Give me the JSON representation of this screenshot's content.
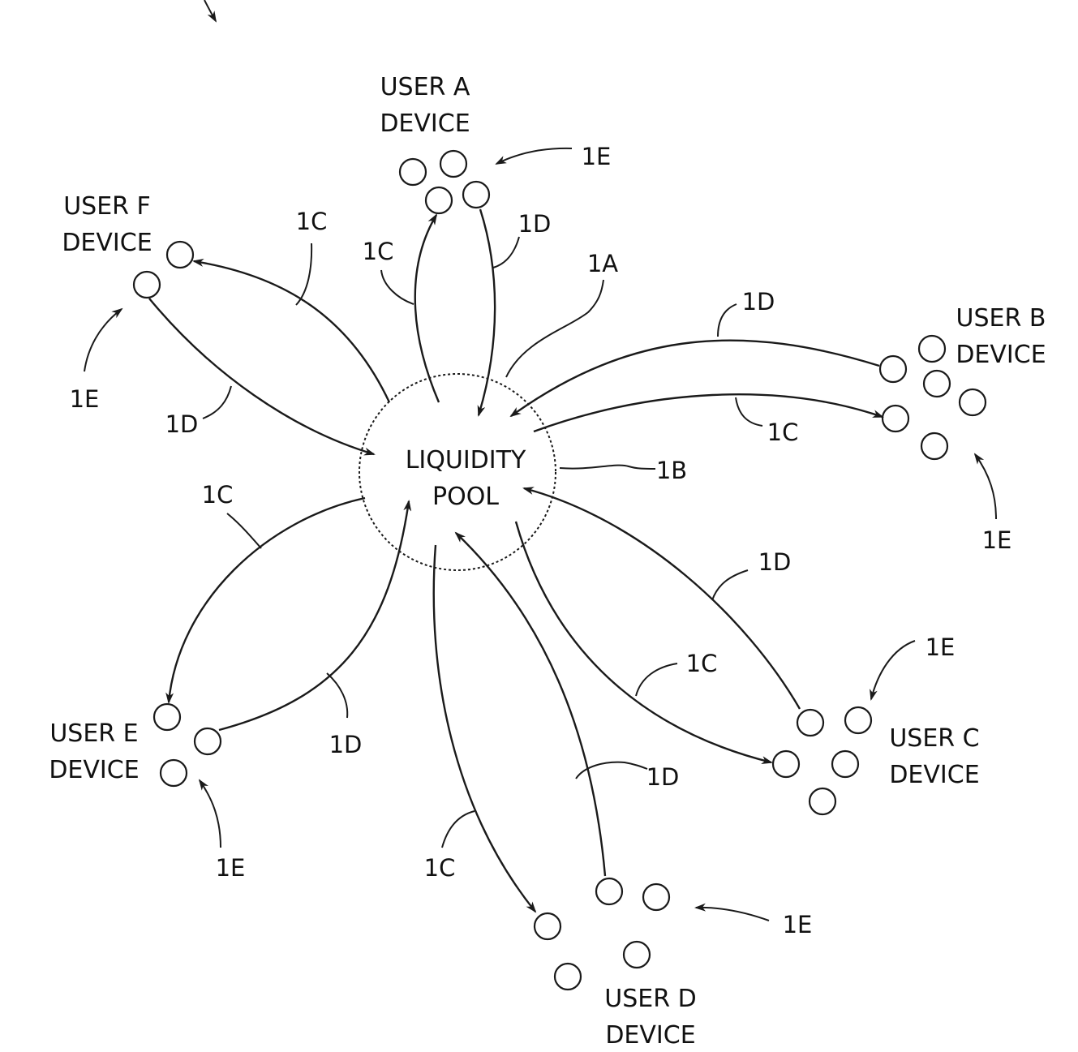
{
  "pool": {
    "line1": "LIQUIDITY",
    "line2": "POOL"
  },
  "users": {
    "a": {
      "line1": "USER A",
      "line2": "DEVICE"
    },
    "b": {
      "line1": "USER B",
      "line2": "DEVICE"
    },
    "c": {
      "line1": "USER C",
      "line2": "DEVICE"
    },
    "d": {
      "line1": "USER D",
      "line2": "DEVICE"
    },
    "e": {
      "line1": "USER E",
      "line2": "DEVICE"
    },
    "f": {
      "line1": "USER F",
      "line2": "DEVICE"
    }
  },
  "refs": {
    "system": "1A",
    "pool": "1B",
    "contribute": "1C",
    "distribute": "1D",
    "devices": "1E"
  }
}
